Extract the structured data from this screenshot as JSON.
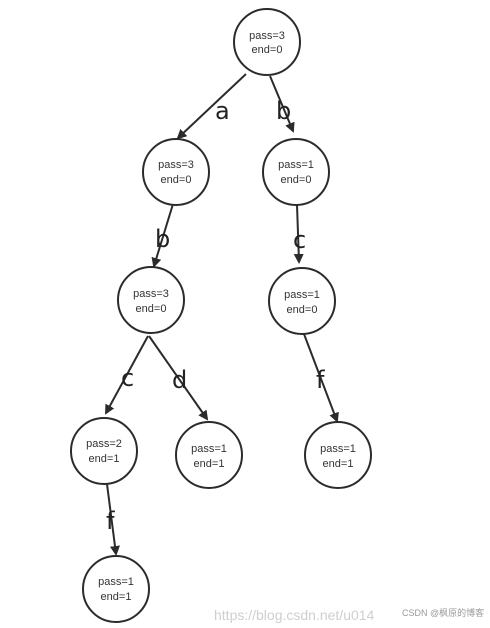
{
  "nodes": {
    "root": {
      "pass": "pass=3",
      "end": "end=0"
    },
    "a": {
      "pass": "pass=3",
      "end": "end=0"
    },
    "b": {
      "pass": "pass=1",
      "end": "end=0"
    },
    "ab": {
      "pass": "pass=3",
      "end": "end=0"
    },
    "bc": {
      "pass": "pass=1",
      "end": "end=0"
    },
    "abc": {
      "pass": "pass=2",
      "end": "end=1"
    },
    "abd": {
      "pass": "pass=1",
      "end": "end=1"
    },
    "bcf": {
      "pass": "pass=1",
      "end": "end=1"
    },
    "abcf": {
      "pass": "pass=1",
      "end": "end=1"
    }
  },
  "edges": {
    "root_a": "a",
    "root_b": "b",
    "a_ab": "b",
    "b_bc": "c",
    "ab_abc": "c",
    "ab_abd": "d",
    "bc_bcf": "f",
    "abc_abcf": "f"
  },
  "watermark": {
    "url": "https://blog.csdn.net/u014",
    "csdn": "CSDN @枫原的博客"
  }
}
